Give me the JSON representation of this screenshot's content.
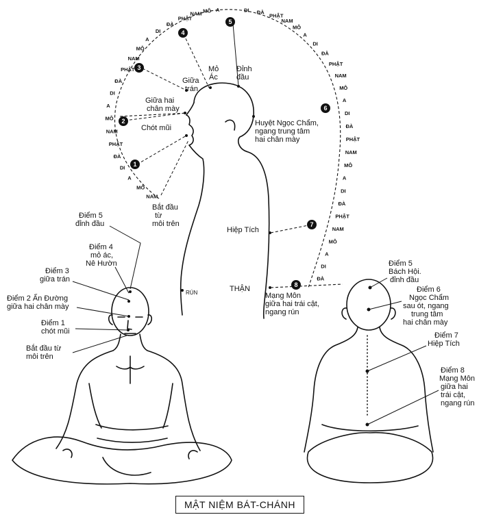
{
  "title": "MẬT NIỆM BÁT-CHÁNH",
  "chant_words": [
    "NAM",
    "MÔ",
    "A",
    "DI",
    "ĐÀ",
    "PHẬT"
  ],
  "side_labels": {
    "giua_tran": [
      "Giữa",
      "trán"
    ],
    "mo_ac": [
      "Mỏ",
      "Ác"
    ],
    "dinh_dau": [
      "Đỉnh",
      "đầu"
    ],
    "giua_hai_chan_may": [
      "Giữa hai",
      "chân mày"
    ],
    "chot_mui": "Chót mũi",
    "huyet": [
      "Huyệt Ngọc Chẩm,",
      "ngang trung tâm",
      "hai chân mày"
    ],
    "bat_dau": [
      "Bắt đầu",
      "từ",
      "môi trên"
    ],
    "hiep_tich": "Hiệp Tích",
    "run": "RÚN",
    "than": "THẬN",
    "mang_mon": [
      "Mạng Môn",
      "giữa hai trái cật,",
      "ngang rún"
    ]
  },
  "front_labels": {
    "diem5": [
      "Điểm 5",
      "đỉnh đầu"
    ],
    "diem4": [
      "Điểm 4",
      "mỏ ác,",
      "Nê Hườn"
    ],
    "diem3": [
      "Điểm 3",
      "giữa trán"
    ],
    "diem2": [
      "Điểm 2 Ấn Đường",
      "giữa hai chân mày"
    ],
    "diem1": [
      "Điểm 1",
      "chót mũi"
    ],
    "bat_dau": [
      "Bắt đầu từ",
      "môi trên"
    ]
  },
  "back_labels": {
    "diem5": [
      "Điểm 5",
      "Bách Hội.",
      "đỉnh đầu"
    ],
    "diem6": [
      "Điểm 6",
      "Ngọc Chẩm",
      "sau ót, ngang",
      "trung tâm",
      "hai chân mày"
    ],
    "diem7": [
      "Điểm 7",
      "Hiệp Tích"
    ],
    "diem8": [
      "Điểm 8",
      "Mạng Môn",
      "giữa hai",
      "trái cật,",
      "ngang rún"
    ]
  },
  "point_numbers": [
    "1",
    "2",
    "3",
    "4",
    "5",
    "6",
    "7",
    "8"
  ]
}
